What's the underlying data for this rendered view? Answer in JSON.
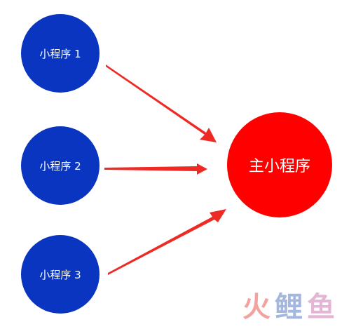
{
  "diagram": {
    "nodes": [
      {
        "id": "sub1",
        "label": "小程序 1"
      },
      {
        "id": "sub2",
        "label": "小程序 2"
      },
      {
        "id": "sub3",
        "label": "小程序 3"
      },
      {
        "id": "main",
        "label": "主小程序"
      }
    ],
    "edges": [
      {
        "from": "sub1",
        "to": "main"
      },
      {
        "from": "sub2",
        "to": "main"
      },
      {
        "from": "sub3",
        "to": "main"
      }
    ]
  },
  "colors": {
    "sub_node": "#0a35c0",
    "main_node": "#ff0000",
    "arrow": "#ee2a24"
  },
  "watermark": {
    "chars": [
      "火",
      "鲤",
      "鱼"
    ]
  }
}
